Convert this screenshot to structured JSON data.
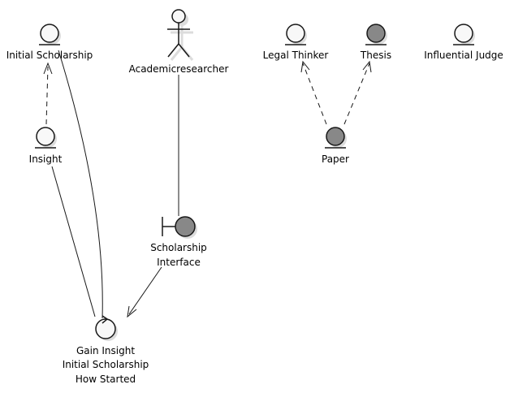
{
  "diagram": {
    "nodes": {
      "initial_scholarship": {
        "label": "Initial Scholarship",
        "kind": "entity",
        "color": "#f8f8f8"
      },
      "academic_researcher": {
        "label": "Academicresearcher",
        "kind": "actor",
        "color": "#f8f8f8"
      },
      "legal_thinker": {
        "label": "Legal Thinker",
        "kind": "entity",
        "color": "#f8f8f8"
      },
      "thesis": {
        "label": "Thesis",
        "kind": "entity",
        "color": "#888888"
      },
      "influential_judge": {
        "label": "Influential Judge",
        "kind": "entity",
        "color": "#f8f8f8"
      },
      "insight": {
        "label": "Insight",
        "kind": "entity",
        "color": "#f8f8f8"
      },
      "paper": {
        "label": "Paper",
        "kind": "entity",
        "color": "#888888"
      },
      "scholarship_interface": {
        "label_line1": "Scholarship",
        "label_line2": "Interface",
        "kind": "boundary",
        "color": "#888888"
      },
      "gain_insight": {
        "label_line1": "Gain Insight",
        "label_line2": "Initial Scholarship",
        "label_line3": "How Started",
        "kind": "control",
        "color": "#f8f8f8"
      }
    },
    "edges": [
      {
        "from": "insight",
        "to": "initial_scholarship",
        "style": "dashed",
        "arrow": true
      },
      {
        "from": "gain_insight",
        "to": "initial_scholarship",
        "style": "solid",
        "arrow": false
      },
      {
        "from": "gain_insight",
        "to": "insight",
        "style": "solid",
        "arrow": false
      },
      {
        "from": "academic_researcher",
        "to": "scholarship_interface",
        "style": "solid",
        "arrow": false
      },
      {
        "from": "scholarship_interface",
        "to": "gain_insight",
        "style": "solid",
        "arrow": true
      },
      {
        "from": "paper",
        "to": "legal_thinker",
        "style": "dashed",
        "arrow": true
      },
      {
        "from": "paper",
        "to": "thesis",
        "style": "dashed",
        "arrow": true
      }
    ]
  }
}
